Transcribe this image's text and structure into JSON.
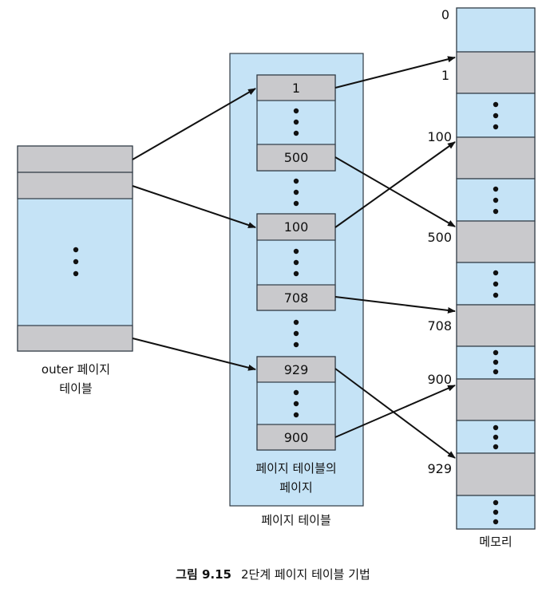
{
  "colors": {
    "blue_fill": "#c5e3f6",
    "gray_fill": "#c9c9cc",
    "border": "#2f3a44",
    "arrow": "#111111"
  },
  "outer_table": {
    "label_line1": "outer 페이지",
    "label_line2": "테이블"
  },
  "page_table": {
    "label": "페이지 테이블",
    "inner_label_line1": "페이지 테이블의",
    "inner_label_line2": "페이지",
    "entries": [
      "1",
      "500",
      "100",
      "708",
      "929",
      "900"
    ]
  },
  "memory": {
    "label": "메모리",
    "addresses": [
      "0",
      "1",
      "100",
      "500",
      "708",
      "900",
      "929"
    ]
  },
  "caption": {
    "figure": "그림 9.15",
    "text": "2단계 페이지 테이블 기법"
  },
  "icons": [
    "vertical-ellipsis-icon",
    "arrow-icon"
  ]
}
